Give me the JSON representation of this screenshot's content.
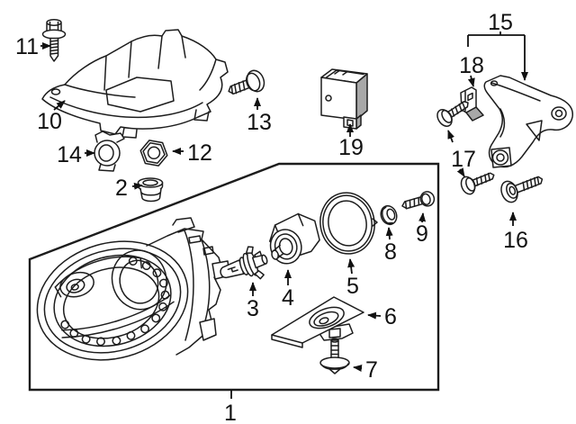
{
  "diagram": {
    "kind": "exploded-parts-diagram",
    "colors": {
      "background": "#ffffff",
      "line": "#1d1d1d",
      "shade": "#a8a8a8"
    },
    "callouts": [
      {
        "text": "1"
      },
      {
        "text": "2"
      },
      {
        "text": "3"
      },
      {
        "text": "4"
      },
      {
        "text": "5"
      },
      {
        "text": "6"
      },
      {
        "text": "7"
      },
      {
        "text": "8"
      },
      {
        "text": "9"
      },
      {
        "text": "10"
      },
      {
        "text": "11"
      },
      {
        "text": "12"
      },
      {
        "text": "13"
      },
      {
        "text": "14"
      },
      {
        "text": "15"
      },
      {
        "text": "16"
      },
      {
        "text": "17"
      },
      {
        "text": "18"
      },
      {
        "text": "19"
      }
    ]
  }
}
